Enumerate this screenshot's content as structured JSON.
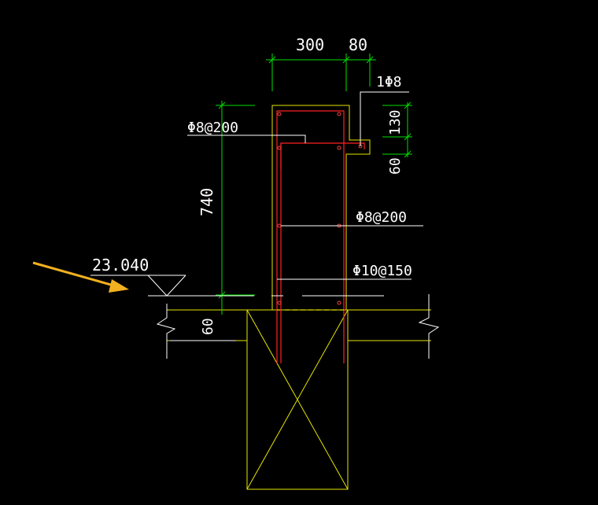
{
  "drawing": {
    "labels": {
      "dim_top_width": "300",
      "dim_top_lip": "80",
      "rebar_top": "1Φ8",
      "dim_side_upper": "130",
      "dim_side_lower": "60",
      "rebar_upper_left": "Φ8@200",
      "dim_height": "740",
      "rebar_mid_right": "Φ8@200",
      "elevation": "23.040",
      "rebar_lower_right": "Φ10@150",
      "dim_slab": "60"
    },
    "colors": {
      "background": "#000000",
      "concrete": "#e6e600",
      "rebar": "#ff2020",
      "dimension": "#00e000",
      "leader": "#ffffff",
      "arrow": "#f0b020"
    },
    "icons": {
      "elevation_marker": "triangle-elevation-icon",
      "break_line": "zigzag-break-icon",
      "pointer": "arrow-icon"
    }
  }
}
